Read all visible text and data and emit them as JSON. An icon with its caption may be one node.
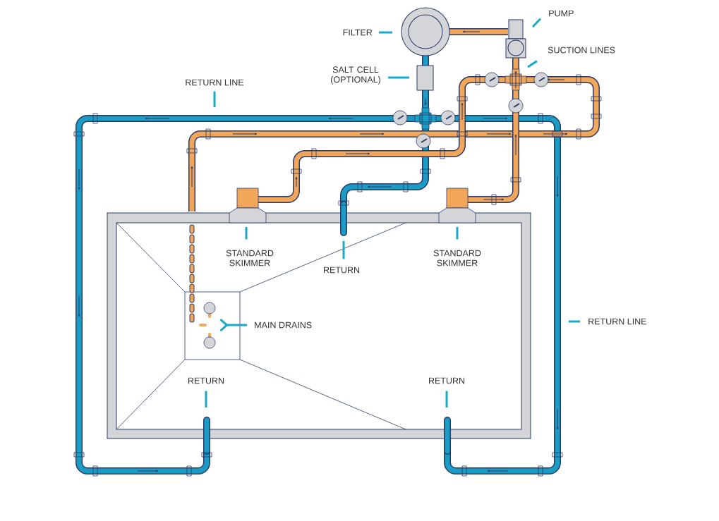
{
  "diagram": {
    "nodes": [
      {
        "text": [
          "PUMP"
        ]
      },
      {
        "text": [
          "FILTER"
        ]
      },
      {
        "text": [
          "SUCTION LINES"
        ]
      },
      {
        "text": [
          "SALT CELL (OPTIONAL)"
        ]
      },
      {
        "text": [
          "RETURN LINE"
        ]
      },
      {
        "text": [
          "STANDARD SKIMMER"
        ]
      },
      {
        "text": [
          "RETURN"
        ]
      },
      {
        "text": [
          "STANDARD SKIMMER"
        ]
      },
      {
        "text": [
          "MAIN DRAINS"
        ]
      },
      {
        "text": [
          "RETURN LINE"
        ]
      },
      {
        "text": [
          "RETURN"
        ]
      },
      {
        "text": [
          "RETURN"
        ]
      }
    ],
    "edges": [
      {
        "from": 0,
        "to": null,
        "arrow": "none"
      },
      {
        "from": 1,
        "to": null,
        "arrow": "none"
      },
      {
        "from": 2,
        "to": null,
        "arrow": "none"
      },
      {
        "from": 3,
        "to": null,
        "arrow": "none"
      },
      {
        "from": 4,
        "to": null,
        "arrow": "none"
      },
      {
        "from": 5,
        "to": null,
        "arrow": "none"
      },
      {
        "from": 6,
        "to": null,
        "arrow": "none"
      },
      {
        "from": 7,
        "to": null,
        "arrow": "none"
      },
      {
        "from": 8,
        "to": null,
        "arrow": "other"
      },
      {
        "from": 9,
        "to": null,
        "arrow": "none"
      },
      {
        "from": 10,
        "to": null,
        "arrow": "none"
      },
      {
        "from": 11,
        "to": null,
        "arrow": "none"
      }
    ]
  }
}
